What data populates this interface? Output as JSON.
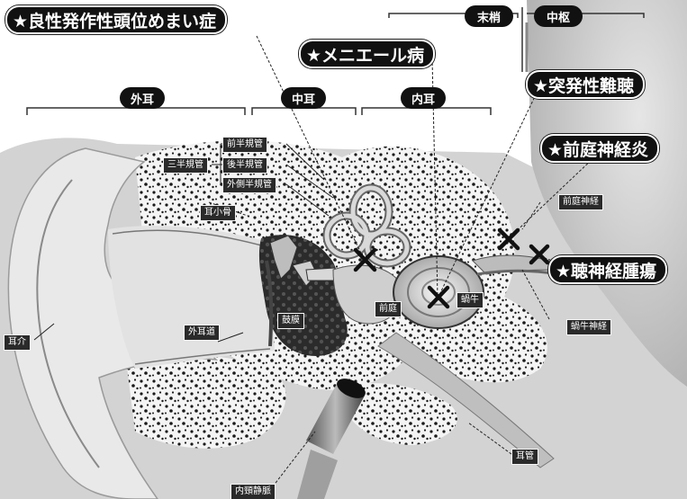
{
  "disease_labels": [
    {
      "key": "bppv",
      "text": "★良性発作性頭位めまい症"
    },
    {
      "key": "meniere",
      "text": "★メニエール病"
    },
    {
      "key": "sudden",
      "text": "★突発性難聴"
    },
    {
      "key": "neuritis",
      "text": "★前庭神経炎"
    },
    {
      "key": "tumor",
      "text": "★聴神経腫瘍"
    }
  ],
  "region_labels": {
    "outer_ear": "外耳",
    "middle_ear": "中耳",
    "inner_ear": "内耳",
    "peripheral": "末梢",
    "central": "中枢"
  },
  "anatomy_labels": {
    "anterior_canal": "前半規管",
    "semicircular_canals": "三半規管",
    "posterior_canal": "後半規管",
    "lateral_canal": "外側半規管",
    "ossicles": "耳小骨",
    "auricle": "耳介",
    "ear_canal": "外耳道",
    "eardrum": "鼓膜",
    "vestibule": "前庭",
    "cochlea": "蝸牛",
    "vestibular_nerve": "前庭神経",
    "cochlear_nerve": "蝸牛神経",
    "eustachian_tube": "耳管",
    "jugular_vein": "内頸静脈"
  },
  "colors": {
    "label_bg": "#111111",
    "label_text": "#ffffff",
    "tissue_gray": "#c8c8c8",
    "bone_white": "#f2f2f2",
    "dark": "#222222"
  }
}
